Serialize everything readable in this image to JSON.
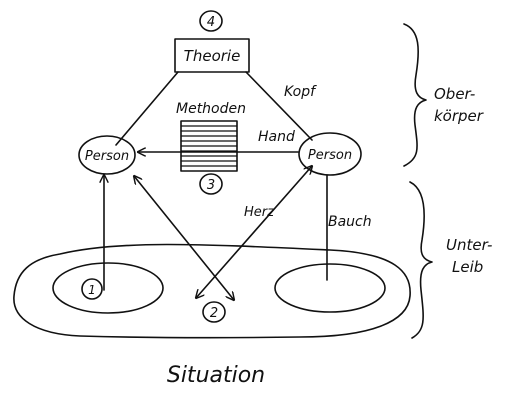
{
  "nodes": {
    "theory": "Theorie",
    "person_left": "Person",
    "person_right": "Person",
    "methods": "Methoden",
    "situation": "Situation"
  },
  "edges": {
    "head": "Kopf",
    "hand": "Hand",
    "heart": "Herz",
    "belly": "Bauch"
  },
  "numbers": {
    "n1": "1",
    "n2": "2",
    "n3": "3",
    "n4": "4"
  },
  "brackets": {
    "upper_line1": "Ober-",
    "upper_line2": "körper",
    "lower_line1": "Unter-",
    "lower_line2": "Leib"
  }
}
